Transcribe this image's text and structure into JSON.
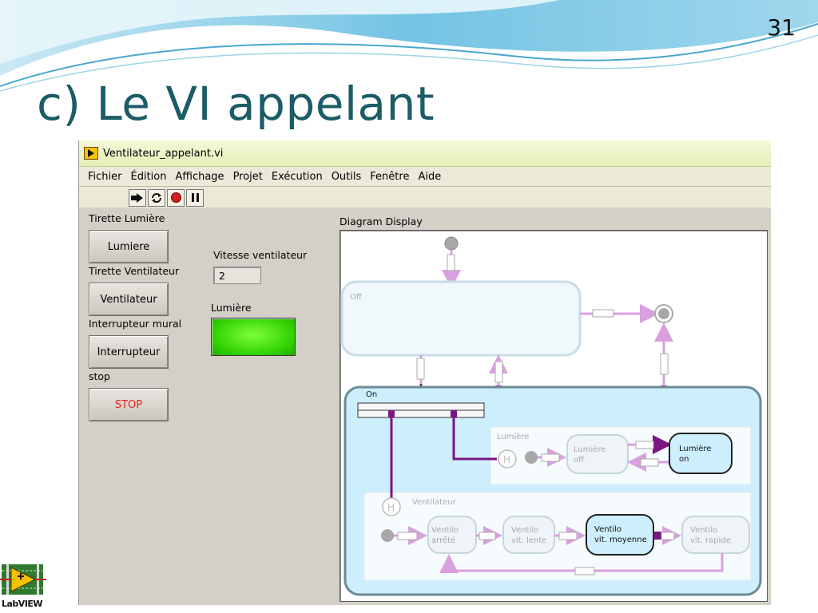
{
  "slide": {
    "number": "31",
    "title": "c) Le VI appelant"
  },
  "window": {
    "title": "Ventilateur_appelant.vi"
  },
  "menu": [
    "Fichier",
    "Édition",
    "Affichage",
    "Projet",
    "Exécution",
    "Outils",
    "Fenêtre",
    "Aide"
  ],
  "toolbar": {
    "run": "run-arrow-icon",
    "run_continuous": "run-continuous-icon",
    "abort": "abort-icon",
    "pause": "pause-icon"
  },
  "controls": {
    "tirette_lumiere_label": "Tirette Lumière",
    "lumiere_btn": "Lumiere",
    "tirette_ventilateur_label": "Tirette Ventilateur",
    "ventilateur_btn": "Ventilateur",
    "interrupteur_label": "Interrupteur mural",
    "interrupteur_btn": "Interrupteur",
    "stop_label": "stop",
    "stop_btn": "STOP"
  },
  "indicators": {
    "vitesse_label": "Vitesse ventilateur",
    "vitesse_value": "2",
    "lumiere_label": "Lumière"
  },
  "diagram": {
    "label": "Diagram Display",
    "off": "Off",
    "on": "On",
    "lumiere_region": "Lumière",
    "lumiere_off_1": "Lumière",
    "lumiere_off_2": "off",
    "lumiere_on_1": "Lumière",
    "lumiere_on_2": "on",
    "ventilateur_region": "Ventilateur",
    "history": "H",
    "s_arrete_1": "Ventilo",
    "s_arrete_2": "arrêté",
    "s_lente_1": "Ventilo",
    "s_lente_2": "vit. lente",
    "s_moyenne_1": "Ventilo",
    "s_moyenne_2": "vit.  moyenne",
    "s_rapide_1": "Ventilo",
    "s_rapide_2": "vit. rapide"
  },
  "logo": {
    "text": "LabVIEW"
  },
  "colors": {
    "title": "#1b5c66",
    "wire_purple": "#7b1580",
    "wire_pink": "#d9a0df",
    "on_region": "#cdeefc",
    "led_on": "#36d400"
  }
}
